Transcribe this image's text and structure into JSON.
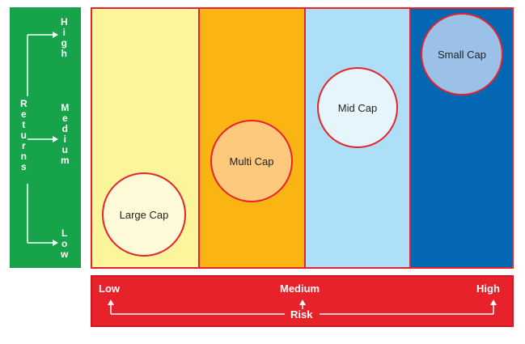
{
  "returns": {
    "axis_label": "Returns",
    "high": "High",
    "medium": "Medium",
    "low": "Low"
  },
  "risk": {
    "axis_label": "Risk",
    "low": "Low",
    "medium": "Medium",
    "high": "High"
  },
  "categories": [
    {
      "label": "Large Cap",
      "color": "#fdf59b",
      "bubble_color": "#fffbd9"
    },
    {
      "label": "Multi Cap",
      "color": "#fbb513",
      "bubble_color": "#fcc97d"
    },
    {
      "label": "Mid Cap",
      "color": "#aedff8",
      "bubble_color": "#e6f4fc"
    },
    {
      "label": "Small Cap",
      "color": "#0367b4",
      "bubble_color": "#9bc1e8"
    }
  ],
  "colors": {
    "returns_panel": "#17a34a",
    "risk_bar": "#e8222a",
    "outline": "#e8222a"
  }
}
